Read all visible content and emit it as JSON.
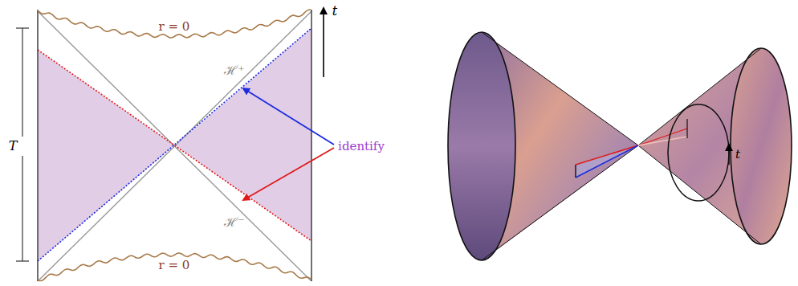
{
  "diagram": {
    "labels": [
      "r = 0",
      "r = 0",
      "ℋ⁺",
      "ℋ⁻",
      "t",
      "T",
      "identify",
      "t"
    ]
  }
}
